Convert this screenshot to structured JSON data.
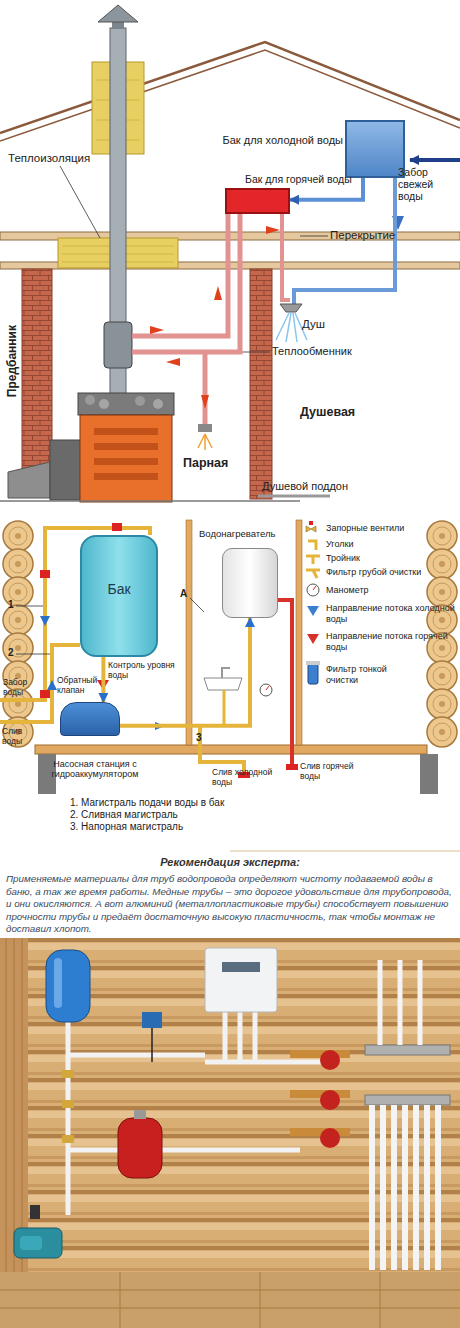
{
  "diagram": {
    "nodes": [
      {
        "text": [
          "Бак для холодной воды"
        ]
      },
      {
        "text": [
          "Бак для горячей воды"
        ]
      },
      {
        "text": [
          "Бак"
        ]
      },
      {
        "text": [
          "Водонагреватель"
        ]
      },
      {
        "text": [
          "Насосная станция с гидроаккумулятором"
        ]
      }
    ],
    "edges": [
      {
        "from": 0,
        "to": 1,
        "arrow": "to"
      },
      {
        "from": 2,
        "to": 4,
        "arrow": "to"
      },
      {
        "from": 4,
        "to": 3,
        "arrow": "to"
      }
    ],
    "labels": [
      "Теплоизоляция",
      "Забор свежей воды",
      "Перекрытие",
      "Душ",
      "Теплообменник",
      "Предбанник",
      "Душевая",
      "Парная",
      "Душевой поддон",
      "А",
      "1",
      "2",
      "Контроль уровня воды",
      "Забор воды",
      "Обратный клапан",
      "Слив воды",
      "3",
      "Слив холодной воды",
      "Слив горячей воды",
      "1. Магистраль подачи воды в бак",
      "2. Сливная магистраль",
      "3. Напорная магистраль",
      "Рекомендация эксперта:",
      "Применяемые материалы для труб водопровода определяют чистоту подаваемой воды в баню, а так же время работы. Медные трубы – это дорогое удовольствие для трубопровода, и они окисляются. А вот алюминий (металлопластиковые трубы) способствует повышению прочности трубы и предаёт достаточную высокую пластичность, так чтобы монтаж не доставил хлопот."
    ],
    "legend": [
      {
        "text": "Запорные вентили"
      },
      {
        "text": "Уголки"
      },
      {
        "text": "Тройник"
      },
      {
        "text": "Фильтр грубой очистки"
      },
      {
        "text": "Манометр"
      },
      {
        "text": "Направление потока холодной воды"
      },
      {
        "text": "Направление потока горячей воды"
      },
      {
        "text": "Фильтр тонкой очистки"
      }
    ]
  }
}
